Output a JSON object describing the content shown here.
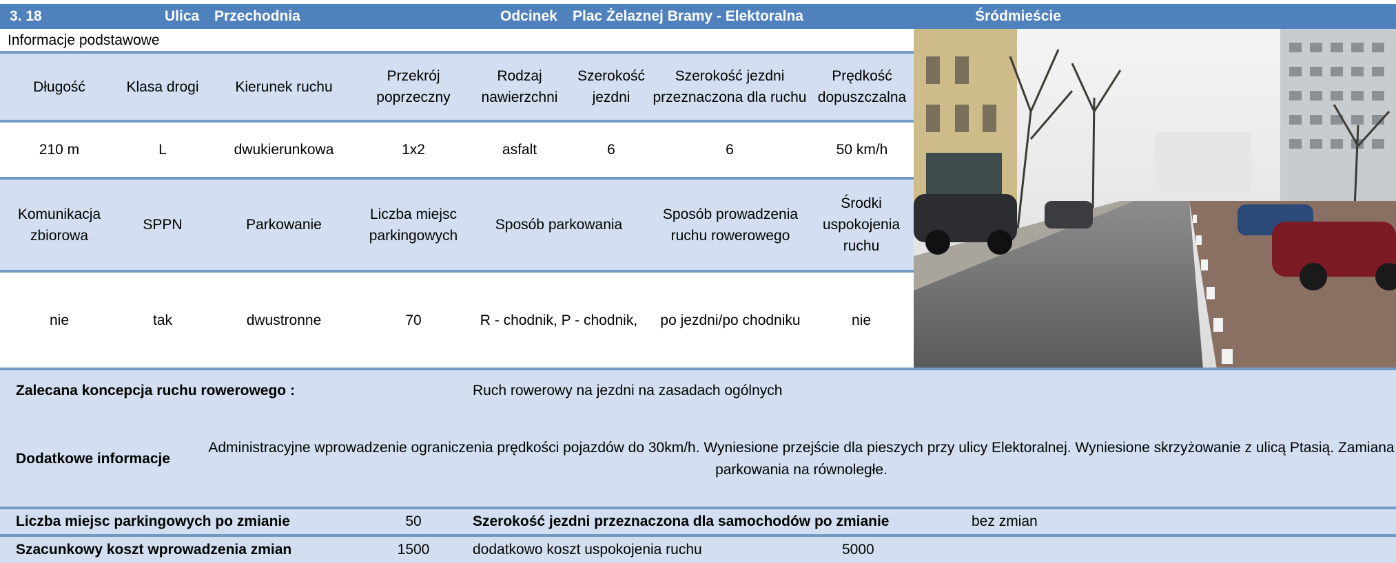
{
  "header": {
    "number": "3. 18",
    "street_label": "Ulica",
    "street_name": "Przechodnia",
    "section_label": "Odcinek",
    "section_name": "Plac Żelaznej Bramy - Elektoralna",
    "district": "Śródmieście"
  },
  "basic_info_title": "Informacje podstawowe",
  "table1": {
    "headers": [
      "Długość",
      "Klasa drogi",
      "Kierunek ruchu",
      "Przekrój poprzeczny",
      "Rodzaj nawierzchni",
      "Szerokość jezdni",
      "Szerokość jezdni przeznaczona dla ruchu",
      "Prędkość dopuszczalna"
    ],
    "values": [
      "210 m",
      "L",
      "dwukierunkowa",
      "1x2",
      "asfalt",
      "6",
      "6",
      "50 km/h"
    ]
  },
  "table2": {
    "headers": [
      "Komunikacja zbiorowa",
      "SPPN",
      "Parkowanie",
      "Liczba miejsc parkingowych",
      "Sposób parkowania",
      "Sposób prowadzenia ruchu rowerowego",
      "Środki uspokojenia ruchu"
    ],
    "values": [
      "nie",
      "tak",
      "dwustronne",
      "70",
      "R - chodnik, P - chodnik,",
      "po jezdni/po chodniku",
      "nie"
    ]
  },
  "recommended": {
    "label": "Zalecana koncepcja ruchu rowerowego :",
    "value": "Ruch rowerowy na jezdni na zasadach ogólnych"
  },
  "additional": {
    "label": "Dodatkowe informacje",
    "text": "Administracyjne wprowadzenie ograniczenia prędkości pojazdów do 30km/h. Wyniesione przejście dla pieszych przy ulicy Elektoralnej. Wyniesione skrzyżowanie z ulicą Ptasią. Zamiana parkowania na równoległe."
  },
  "parking_after": {
    "label": "Liczba miejsc parkingowych po zmianie",
    "value": "50",
    "width_label": "Szerokość jezdni przeznaczona dla samochodów po zmianie",
    "width_value": "bez zmian"
  },
  "cost": {
    "label": "Szacunkowy koszt wprowadzenia zmian",
    "value": "1500",
    "extra_label": "dodatkowo koszt uspokojenia ruchu",
    "extra_value": "5000"
  },
  "colors": {
    "header_bg": "#4f81bd",
    "band_bg": "#d3dff0",
    "rule": "#7399c6"
  }
}
